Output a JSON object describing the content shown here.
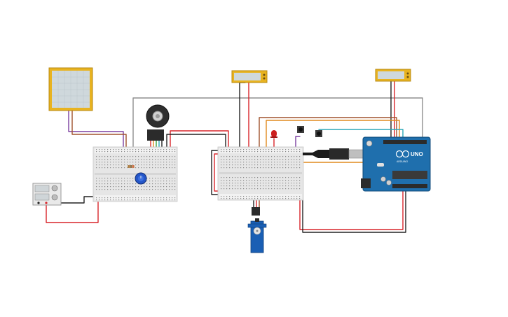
{
  "arduino": {
    "label": "UNO",
    "sublabel": "ARDUINO",
    "board_color": "#1f6fad"
  },
  "colors": {
    "wire_red": "#d9252a",
    "wire_black": "#222222",
    "wire_gray": "#8f8f8f",
    "wire_purple": "#7b3fa0",
    "wire_orange": "#e08a1e",
    "wire_brown": "#a0522d",
    "wire_cyan": "#2aa7b8",
    "wire_blue": "#2456c8",
    "wire_green": "#3aa13a",
    "lcd_frame": "#e8b320",
    "lcd_screen": "#cfd8dc",
    "breadboard": "#e6e6e6",
    "servo": "#1a5fb4",
    "led": "#cc1f1f"
  },
  "components": [
    {
      "name": "lcd-module-left",
      "icon": "lcd-screen-icon"
    },
    {
      "name": "oled-display-middle",
      "icon": "display-icon"
    },
    {
      "name": "oled-display-right",
      "icon": "display-icon"
    },
    {
      "name": "breadboard-left",
      "icon": "breadboard-icon"
    },
    {
      "name": "breadboard-middle",
      "icon": "breadboard-icon"
    },
    {
      "name": "arduino-uno-board",
      "icon": "microcontroller-icon"
    },
    {
      "name": "potentiometer",
      "icon": "knob-icon"
    },
    {
      "name": "rotary-encoder",
      "icon": "encoder-icon"
    },
    {
      "name": "power-supply",
      "icon": "power-icon"
    },
    {
      "name": "servo-motor",
      "icon": "servo-icon"
    },
    {
      "name": "red-led",
      "icon": "led-icon"
    },
    {
      "name": "push-button-1",
      "icon": "button-icon"
    },
    {
      "name": "push-button-2",
      "icon": "button-icon"
    },
    {
      "name": "usb-cable",
      "icon": "usb-icon"
    }
  ]
}
